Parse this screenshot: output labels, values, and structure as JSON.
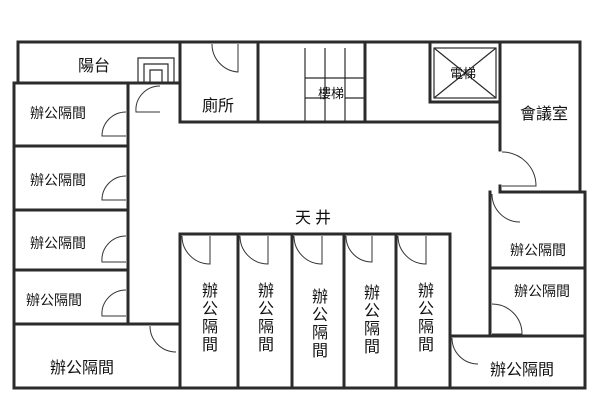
{
  "rooms": {
    "balcony": "陽台",
    "toilet": "廁所",
    "stairs": "樓梯",
    "elevator": "電梯",
    "meeting": "會議室",
    "atrium": "天井",
    "office_l1": "辦公隔間",
    "office_l2": "辦公隔間",
    "office_l3": "辦公隔間",
    "office_l4": "辦公隔間",
    "office_l5": "辦公隔間",
    "office_c1": "辦公隔間",
    "office_c2": "辦公隔間",
    "office_c3": "辦公隔間",
    "office_c4": "辦公隔間",
    "office_c5": "辦公隔間",
    "office_r1": "辦公隔間",
    "office_r2": "辦公隔間",
    "office_r3": "辦公隔間"
  }
}
